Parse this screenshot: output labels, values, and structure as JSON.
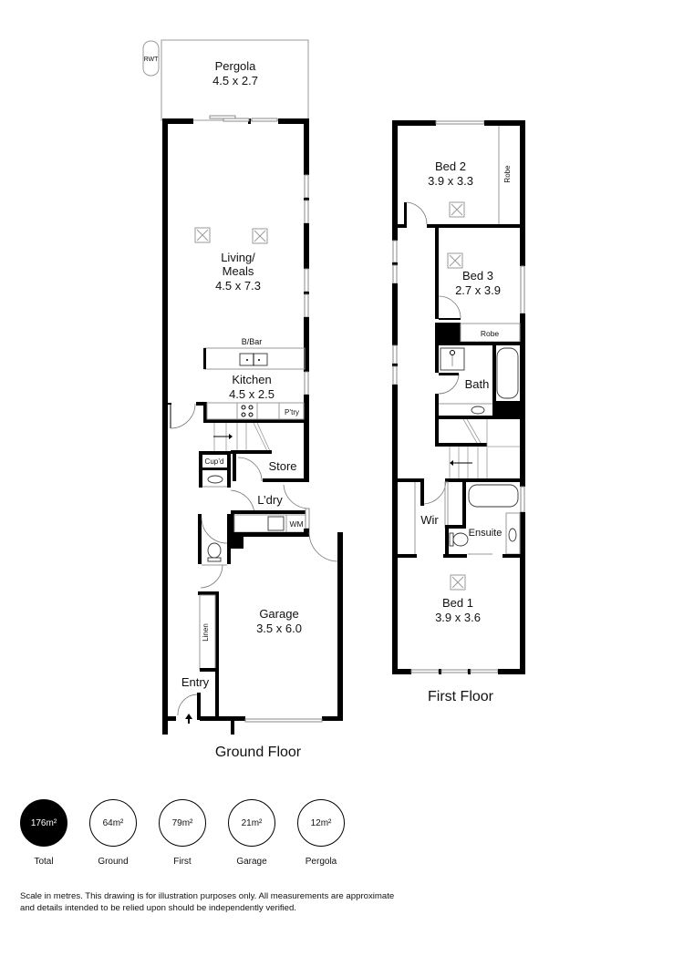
{
  "ground_floor": {
    "title": "Ground Floor",
    "rooms": {
      "pergola": {
        "name": "Pergola",
        "dims": "4.5 x 2.7"
      },
      "living": {
        "name_line1": "Living/",
        "name_line2": "Meals",
        "dims": "4.5 x 7.3"
      },
      "kitchen": {
        "name": "Kitchen",
        "dims": "4.5 x 2.5"
      },
      "garage": {
        "name": "Garage",
        "dims": "3.5 x 6.0"
      },
      "store": {
        "name": "Store"
      },
      "laundry": {
        "name": "L’dry"
      },
      "entry": {
        "name": "Entry"
      }
    },
    "labels": {
      "rwt": "RWT",
      "bbar": "B/Bar",
      "pantry": "P’try",
      "cupboard": "Cup’d",
      "wm": "WM",
      "linen": "Linen"
    }
  },
  "first_floor": {
    "title": "First Floor",
    "rooms": {
      "bed1": {
        "name": "Bed 1",
        "dims": "3.9 x 3.6"
      },
      "bed2": {
        "name": "Bed 2",
        "dims": "3.9 x 3.3"
      },
      "bed3": {
        "name": "Bed 3",
        "dims": "2.7 x 3.9"
      },
      "bath": {
        "name": "Bath"
      },
      "ensuite": {
        "name": "Ensuite"
      },
      "wir": {
        "name": "Wir"
      }
    },
    "labels": {
      "robe_bed2": "Robe",
      "robe_bed3": "Robe"
    }
  },
  "areas": [
    {
      "value": "176m²",
      "label": "Total",
      "highlight": true
    },
    {
      "value": "64m²",
      "label": "Ground",
      "highlight": false
    },
    {
      "value": "79m²",
      "label": "First",
      "highlight": false
    },
    {
      "value": "21m²",
      "label": "Garage",
      "highlight": false
    },
    {
      "value": "12m²",
      "label": "Pergola",
      "highlight": false
    }
  ],
  "disclaimer": "Scale in metres. This drawing is for illustration purposes only. All measurements are approximate and details intended to be relied upon should be independently verified.",
  "icons": {
    "skylight": "skylight-icon",
    "entry_arrow": "entry-arrow-icon",
    "stair_arrow": "stair-direction-arrow-icon"
  }
}
